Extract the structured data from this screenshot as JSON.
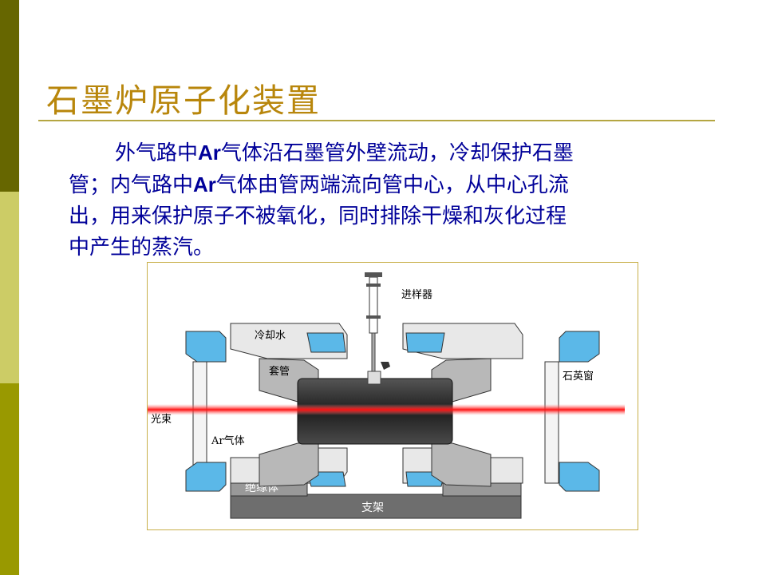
{
  "slide": {
    "title": "石墨炉原子化装置",
    "paragraph": {
      "line1_a": "外气路中",
      "line1_b": "Ar",
      "line1_c": "气体沿石墨管外壁流动，冷却保护石墨",
      "line2_a": "管；内气路中",
      "line2_b": "Ar",
      "line2_c": "气体由管两端流向管中心，从中心孔流",
      "line3": "出，用来保护原子不被氧化，同时排除干燥和灰化过程",
      "line4": "中产生的蒸汽。"
    }
  },
  "diagram": {
    "labels": {
      "injector": "进样器",
      "cooling_water": "冷却水",
      "jacket": "套管",
      "quartz_window": "石英窗",
      "light_beam": "光束",
      "ar_gas": "Ar气体",
      "insulator": "绝缘体",
      "support": "支架"
    },
    "colors": {
      "title": "#b8860b",
      "text": "#000099",
      "water_blue": "#5bb8e8",
      "metal_gray": "#b8b8b8",
      "tube_dark": "#3a3a3a",
      "beam_red": "#ff2020"
    }
  }
}
